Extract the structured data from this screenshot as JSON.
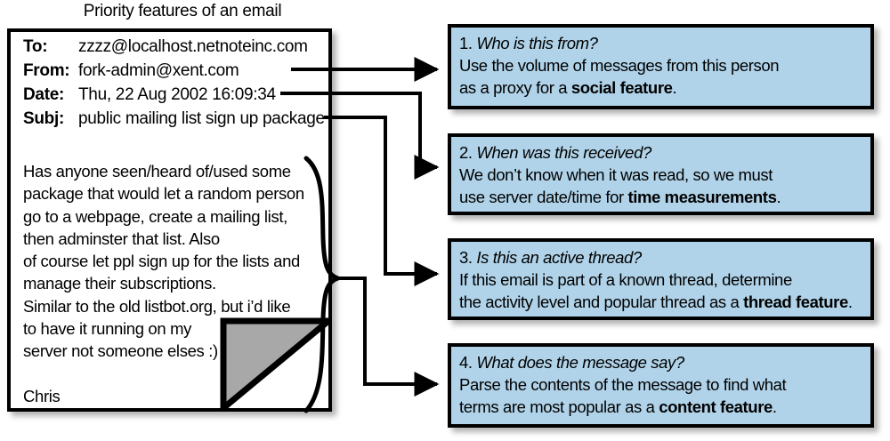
{
  "figure": {
    "title": "Priority features of an email",
    "accent_blue": "#b0d3e9",
    "fold_gray": "#a8a8a8",
    "line_color": "#000000"
  },
  "email": {
    "header": [
      {
        "label": "To:",
        "value": "zzzz@localhost.netnoteinc.com"
      },
      {
        "label": "From:",
        "value": "fork-admin@xent.com"
      },
      {
        "label": "Date:",
        "value": "Thu, 22 Aug 2002 16:09:34"
      },
      {
        "label": "Subj:",
        "value": "public mailing list sign up package"
      }
    ],
    "body": "Has anyone seen/heard of/used some\npackage that would let a random person\ngo to a webpage, create a mailing list,\nthen adminster that list. Also\nof course let ppl sign up for the lists and\nmanage their subscriptions.\nSimilar to the old listbot.org, but i’d like\nto have it running on my\nserver not someone elses :)\n\nChris"
  },
  "callouts": [
    {
      "number": "1.",
      "question": "Who is this from?",
      "body_before": "Use the volume of messages from this person\nas a proxy for a ",
      "body_bold": "social feature",
      "body_after": "."
    },
    {
      "number": "2.",
      "question": "When was this received?",
      "body_before": "We don’t know when it was read, so we must\nuse server date/time for ",
      "body_bold": "time measurements",
      "body_after": "."
    },
    {
      "number": "3.",
      "question": "Is this an active thread?",
      "body_before": "If this email is part of a known thread, determine\nthe activity level and popular thread as a ",
      "body_bold": "thread feature",
      "body_after": "."
    },
    {
      "number": "4.",
      "question": "What does the message say?",
      "body_before": "Parse the contents of the message to find what\nterms are most popular as a ",
      "body_bold": "content feature",
      "body_after": "."
    }
  ],
  "connectors": [
    {
      "from": "From:",
      "to": "callout-1"
    },
    {
      "from": "Date:",
      "to": "callout-2"
    },
    {
      "from": "Subj:",
      "to": "callout-3"
    },
    {
      "from": "body",
      "to": "callout-4"
    }
  ]
}
